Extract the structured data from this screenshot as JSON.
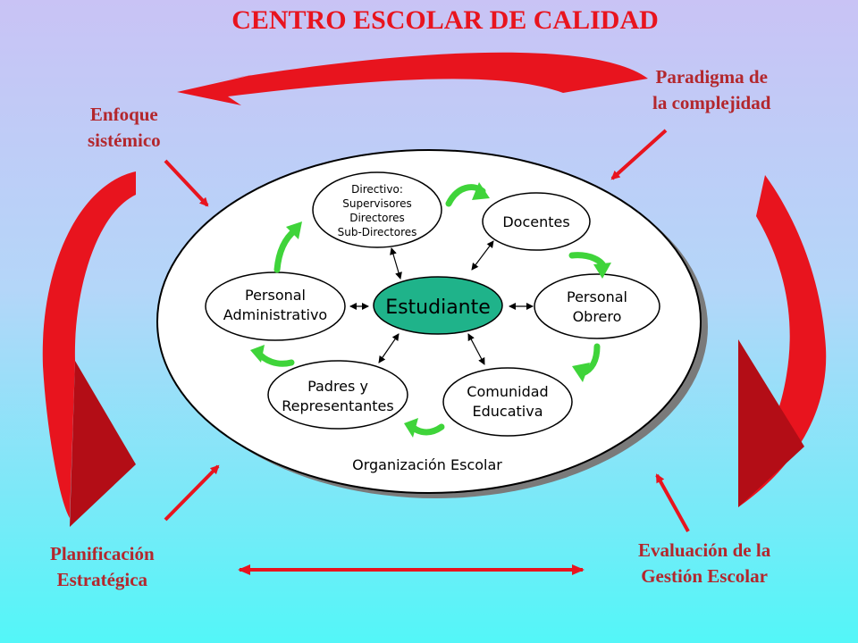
{
  "title": "CENTRO ESCOLAR DE CALIDAD",
  "corners": {
    "top_left": [
      "Enfoque",
      "sistémico"
    ],
    "top_right": [
      "Paradigma de",
      "la complejidad"
    ],
    "bottom_left": [
      "Planificación",
      "Estratégica"
    ],
    "bottom_right": [
      "Evaluación de la",
      "Gestión Escolar"
    ]
  },
  "nodes": {
    "center": [
      "Estudiante"
    ],
    "directivo": [
      "Directivo:",
      "Supervisores",
      "Directores",
      "Sub-Directores"
    ],
    "docentes": [
      "Docentes"
    ],
    "personal_obrero": [
      "Personal",
      "Obrero"
    ],
    "comunidad": [
      "Comunidad",
      "Educativa"
    ],
    "padres": [
      "Padres y",
      "Representantes"
    ],
    "personal_administrativo": [
      "Personal",
      "Administrativo"
    ]
  },
  "organization_label": "Organización Escolar",
  "colors": {
    "title": "#e8141e",
    "corner_text": "#b3272d",
    "red_arrow": "#e8141e",
    "red_arrow_dark": "#b30d16",
    "green_arrow": "#3fd43a",
    "center_fill": "#1fb38a"
  }
}
